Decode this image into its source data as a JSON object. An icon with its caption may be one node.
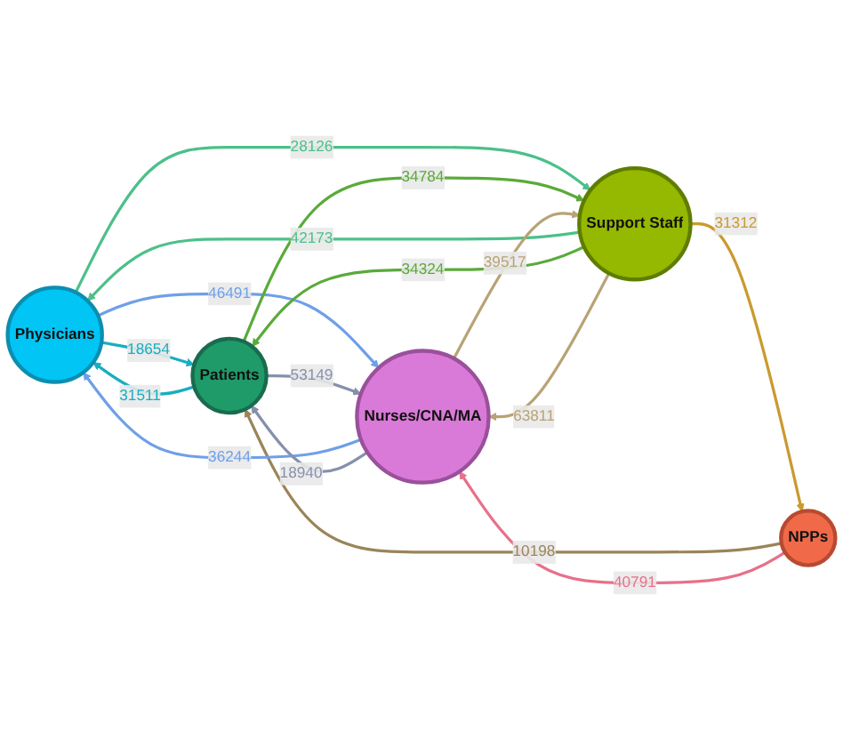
{
  "diagram": {
    "nodes": [
      {
        "text": [
          "Physicians"
        ]
      },
      {
        "text": [
          "Patients"
        ]
      },
      {
        "text": [
          "NPPs"
        ]
      },
      {
        "text": [
          "Nurses/CNA/MA"
        ]
      },
      {
        "text": [
          "Support Staff"
        ]
      }
    ],
    "edges": [
      {
        "from": 0,
        "to": 1,
        "arrow": "to",
        "label": "18654",
        "color": "#17aebf"
      },
      {
        "from": 2,
        "to": 1,
        "arrow": "to",
        "label": "10198",
        "color": "#9a8458"
      },
      {
        "from": 1,
        "to": 0,
        "arrow": "to",
        "label": "31511",
        "color": "#17aebf"
      },
      {
        "from": 0,
        "to": 3,
        "arrow": "to",
        "label": "46491",
        "color": "#6f9fe8"
      },
      {
        "from": 2,
        "to": 3,
        "arrow": "to",
        "label": "40791",
        "color": "#e8708a"
      },
      {
        "from": 4,
        "to": 2,
        "arrow": "to",
        "label": "31312",
        "color": "#c99a2e"
      },
      {
        "from": 4,
        "to": 0,
        "arrow": "to",
        "label": "42173",
        "color": "#4cc08a"
      },
      {
        "from": 0,
        "to": 4,
        "arrow": "to",
        "label": "28126",
        "color": "#4cc08a"
      },
      {
        "from": 4,
        "to": 1,
        "arrow": "to",
        "label": "34324",
        "color": "#5aaa3a"
      },
      {
        "from": 3,
        "to": 0,
        "arrow": "to",
        "label": "36244",
        "color": "#6f9fe8"
      },
      {
        "from": 3,
        "to": 1,
        "arrow": "to",
        "label": "18940",
        "color": "#8590ab"
      },
      {
        "from": 1,
        "to": 3,
        "arrow": "to",
        "label": "53149",
        "color": "#8590ab"
      },
      {
        "from": 4,
        "to": 3,
        "arrow": "to",
        "label": "63811",
        "color": "#b8a374"
      },
      {
        "from": 1,
        "to": 4,
        "arrow": "to",
        "label": "34784",
        "color": "#5aaa3a"
      },
      {
        "from": 3,
        "to": 4,
        "arrow": "to",
        "label": "39517",
        "color": "#b8a374"
      }
    ]
  }
}
